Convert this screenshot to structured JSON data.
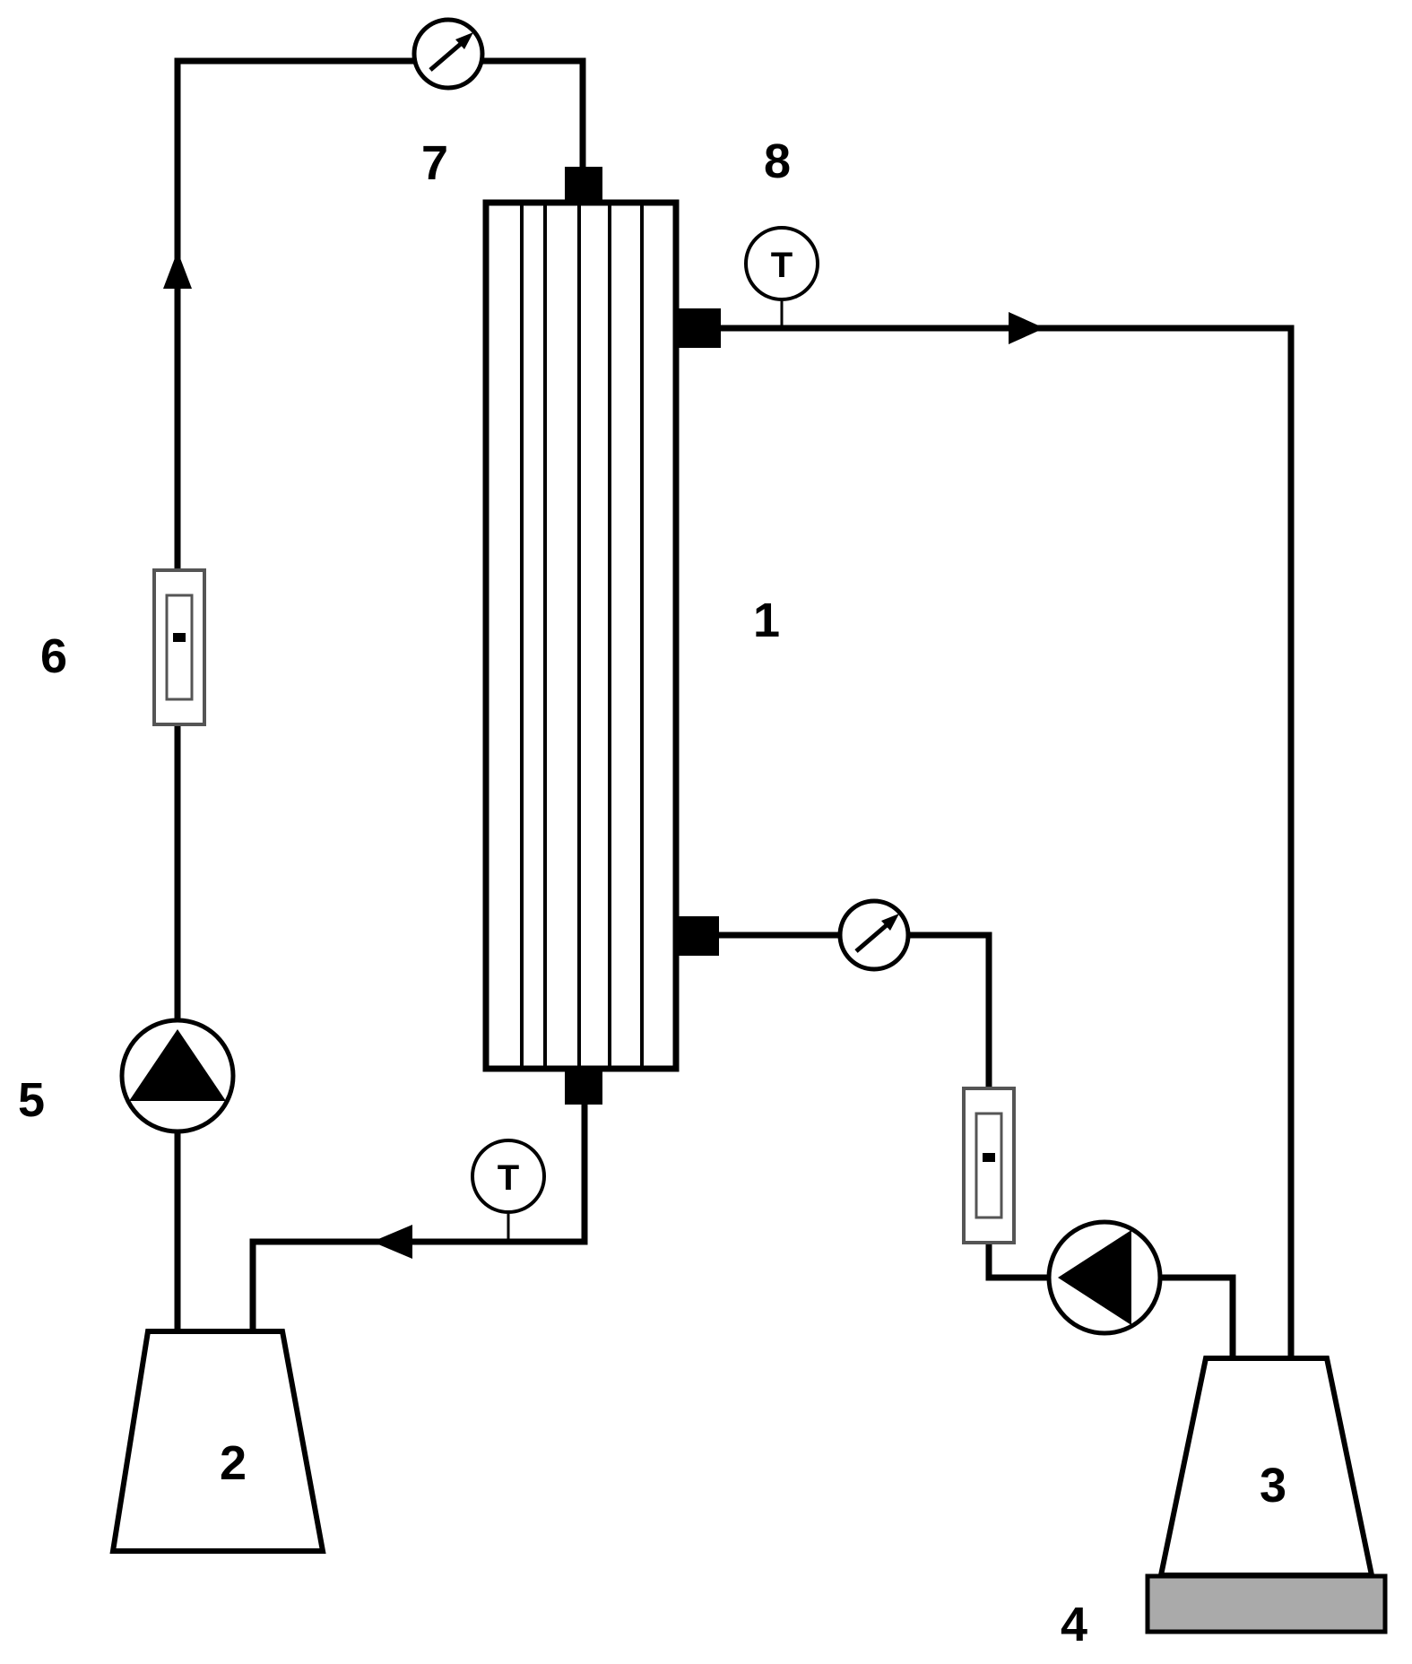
{
  "labels": {
    "module": "1",
    "feed_tank": "2",
    "permeate_tank": "3",
    "balance": "4",
    "feed_pump": "5",
    "feed_flowmeter": "6",
    "feed_pressure_gauge": "7",
    "item_8": "8"
  },
  "thermometers": {
    "feed_out": "T",
    "permeate_out": "T"
  }
}
